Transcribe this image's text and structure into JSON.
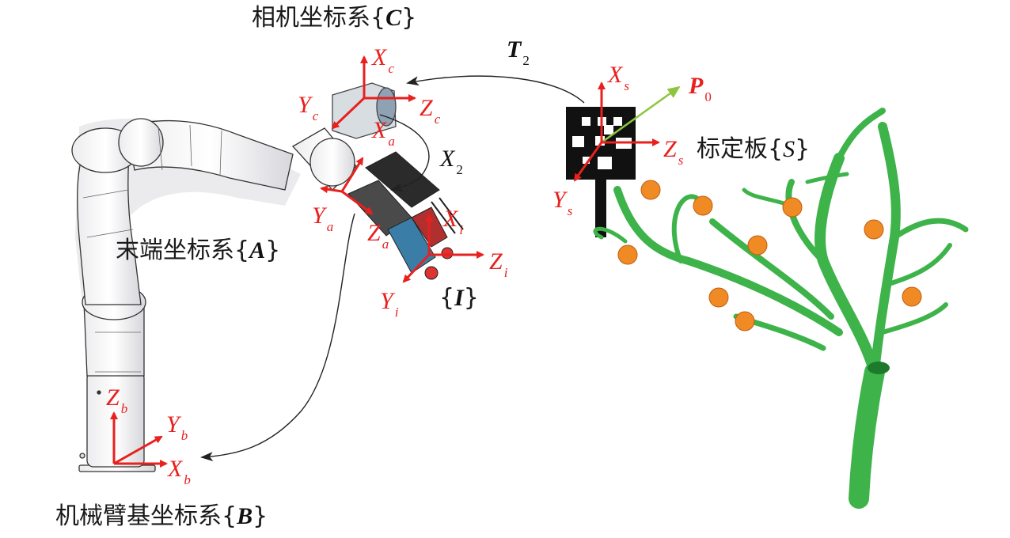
{
  "frames": {
    "camera_label": "相机坐标系{",
    "camera_letter": "C",
    "end_label": "末端坐标系{",
    "end_letter": "A",
    "base_label": "机械臂基坐标系{",
    "base_letter": "B",
    "board_label": "标定板{",
    "board_letter": "S",
    "tool_letter": "I"
  },
  "axes": {
    "Xc": {
      "main": "X",
      "sub": "c"
    },
    "Yc": {
      "main": "Y",
      "sub": "c"
    },
    "Zc": {
      "main": "Z",
      "sub": "c"
    },
    "Xa": {
      "main": "X",
      "sub": "a"
    },
    "Ya": {
      "main": "Y",
      "sub": "a"
    },
    "Za": {
      "main": "Z",
      "sub": "a"
    },
    "Xi": {
      "main": "X",
      "sub": "i"
    },
    "Yi": {
      "main": "Y",
      "sub": "i"
    },
    "Zi": {
      "main": "Z",
      "sub": "i"
    },
    "Xs": {
      "main": "X",
      "sub": "s"
    },
    "Ys": {
      "main": "Y",
      "sub": "s"
    },
    "Zs": {
      "main": "Z",
      "sub": "s"
    },
    "Xb": {
      "main": "X",
      "sub": "b"
    },
    "Yb": {
      "main": "Y",
      "sub": "b"
    },
    "Zb": {
      "main": "Z",
      "sub": "b"
    }
  },
  "transforms": {
    "T2": {
      "main": "T",
      "sub": "2"
    },
    "X2": {
      "main": "X",
      "sub": "2"
    },
    "P0": {
      "main": "P",
      "sub": "0"
    }
  },
  "colors": {
    "axis": "#e8201e",
    "arc": "#222222",
    "p0": "#8cc63f",
    "tree": "#3db34a",
    "fruit": "#f08a24"
  }
}
